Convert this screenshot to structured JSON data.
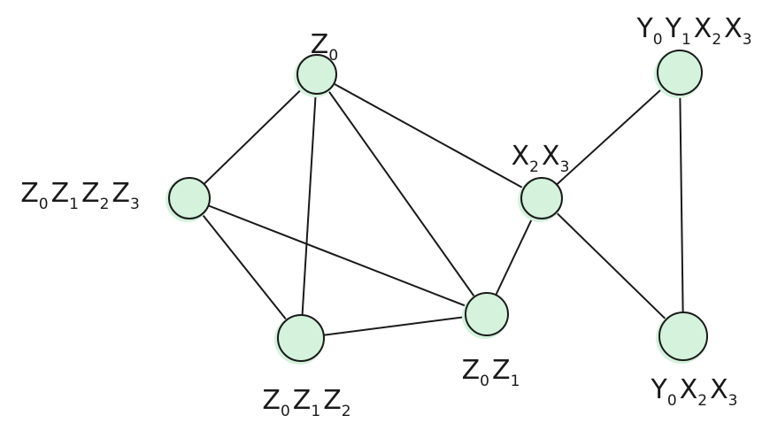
{
  "colors": {
    "node_fill": "#d4f2dc",
    "stroke": "#1a1a1a",
    "background": "#ffffff"
  },
  "nodes": [
    {
      "id": "z0",
      "label": {
        "base": "Z",
        "sub": "0"
      }
    },
    {
      "id": "z0z1z2z3",
      "label": [
        {
          "base": "Z",
          "sub": "0"
        },
        {
          "base": "Z",
          "sub": "1"
        },
        {
          "base": "Z",
          "sub": "2"
        },
        {
          "base": "Z",
          "sub": "3"
        }
      ]
    },
    {
      "id": "z0z1z2",
      "label": [
        {
          "base": "Z",
          "sub": "0"
        },
        {
          "base": "Z",
          "sub": "1"
        },
        {
          "base": "Z",
          "sub": "2"
        }
      ]
    },
    {
      "id": "z0z1",
      "label": [
        {
          "base": "Z",
          "sub": "0"
        },
        {
          "base": "Z",
          "sub": "1"
        }
      ]
    },
    {
      "id": "x2x3",
      "label": [
        {
          "base": "X",
          "sub": "2"
        },
        {
          "base": "X",
          "sub": "3"
        }
      ]
    },
    {
      "id": "y0y1x2x3",
      "label": [
        {
          "base": "Y",
          "sub": "0"
        },
        {
          "base": "Y",
          "sub": "1"
        },
        {
          "base": "X",
          "sub": "2"
        },
        {
          "base": "X",
          "sub": "3"
        }
      ]
    },
    {
      "id": "y0x2x3",
      "label": [
        {
          "base": "Y",
          "sub": "0"
        },
        {
          "base": "X",
          "sub": "2"
        },
        {
          "base": "X",
          "sub": "3"
        }
      ]
    }
  ],
  "edges": [
    [
      "z0",
      "z0z1z2z3"
    ],
    [
      "z0",
      "z0z1z2"
    ],
    [
      "z0",
      "z0z1"
    ],
    [
      "z0",
      "x2x3"
    ],
    [
      "z0z1z2z3",
      "z0z1z2"
    ],
    [
      "z0z1z2z3",
      "z0z1"
    ],
    [
      "z0z1z2",
      "z0z1"
    ],
    [
      "z0z1",
      "x2x3"
    ],
    [
      "x2x3",
      "y0y1x2x3"
    ],
    [
      "x2x3",
      "y0x2x3"
    ],
    [
      "y0y1x2x3",
      "y0x2x3"
    ]
  ]
}
